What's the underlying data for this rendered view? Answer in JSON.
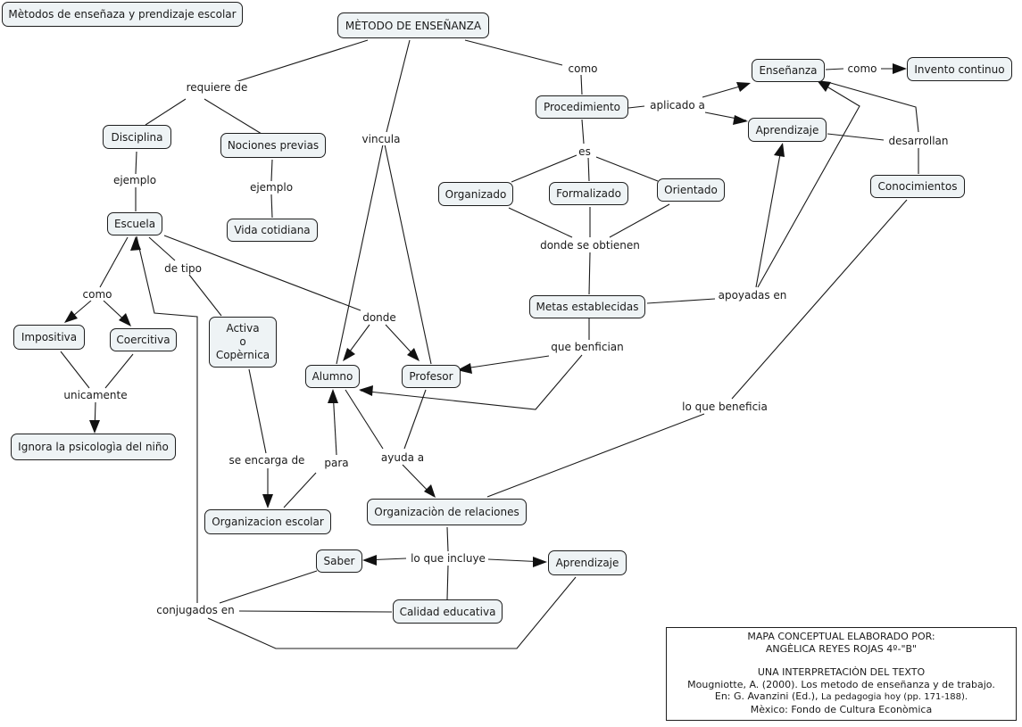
{
  "title_node": "Mètodos de enseñaza y prendizaje escolar",
  "concepts": {
    "metodo": "MÈTODO DE ENSEÑANZA",
    "disciplina": "Disciplina",
    "nociones": "Nociones previas",
    "escuela": "Escuela",
    "vida": "Vida cotidiana",
    "impositiva": "Impositiva",
    "coercitiva": "Coercitiva",
    "activa": [
      "Activa",
      "o",
      "Copèrnica"
    ],
    "ignora": "Ignora la psicologìa del niño",
    "alumno": "Alumno",
    "profesor": "Profesor",
    "org_escolar": "Organizacion escolar",
    "org_relaciones": "Organizaciòn de relaciones",
    "saber": "Saber",
    "aprendizaje_bottom": "Aprendizaje",
    "calidad": "Calidad educativa",
    "procedimiento": "Procedimiento",
    "organizado": "Organizado",
    "formalizado": "Formalizado",
    "orientado": "Orientado",
    "metas": "Metas establecidas",
    "ensenanza": "Enseñanza",
    "invento": "Invento continuo",
    "aprendizaje_top": "Aprendizaje",
    "conocimientos": "Conocimientos"
  },
  "linking_phrases": {
    "requiere_de": "requiere de",
    "vincula": "vincula",
    "como_top": "como",
    "ejemplo_left": "ejemplo",
    "ejemplo_right": "ejemplo",
    "de_tipo": "de tipo",
    "como_left": "como",
    "unicamente": "unicamente",
    "donde": "donde",
    "se_encarga_de": "se encarga de",
    "para": "para",
    "ayuda_a": "ayuda a",
    "lo_que_incluye": "lo que incluye",
    "conjugados_en": "conjugados en",
    "es": "es",
    "donde_se_obtienen": "donde se obtienen",
    "que_benfician": "que benfician",
    "apoyadas_en": "apoyadas en",
    "aplicado_a": "aplicado a",
    "como_right": "como",
    "desarrollan": "desarrollan",
    "lo_que_beneficia": "lo que beneficia"
  },
  "credit": {
    "line1": "MAPA CONCEPTUAL ELABORADO POR:",
    "line2": "ANGÈLICA REYES ROJAS 4º-\"B\"",
    "line3": "UNA INTERPRETACIÒN DEL TEXTO",
    "line4": "Mougniotte, A. (2000). Los metodo de enseñanza y de trabajo.",
    "line5a": "En: G. Avanzini (Ed.),",
    "line5b": "La pedagogia hoy (pp. 171-188).",
    "line6": "Mèxico: Fondo de Cultura Econòmica"
  }
}
